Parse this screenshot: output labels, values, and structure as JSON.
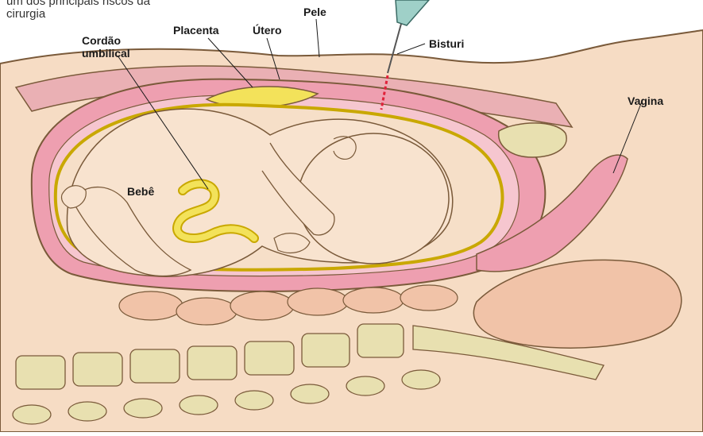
{
  "caption": {
    "line1": "um dos principais riscos da",
    "line2": "cirurgia"
  },
  "labels": {
    "pele": "Pele",
    "placenta": "Placenta",
    "utero": "Útero",
    "cordao_line1": "Cordão",
    "cordao_line2": "umbilical",
    "bisturi": "Bisturi",
    "vagina": "Vagina",
    "bebe": "Bebê"
  },
  "colors": {
    "skin": "#f6dcc4",
    "skin_outline": "#7a5a3a",
    "uterus": "#ee9fb0",
    "uterus_inner": "#f6c6cf",
    "placenta": "#f3e25a",
    "amniotic": "#f6dfc8",
    "baby": "#f8e3cf",
    "spine": "#e8e0b0",
    "intestine": "#f1c3a8",
    "incision": "#e0213a",
    "scalpel": "#9fd0c8"
  }
}
